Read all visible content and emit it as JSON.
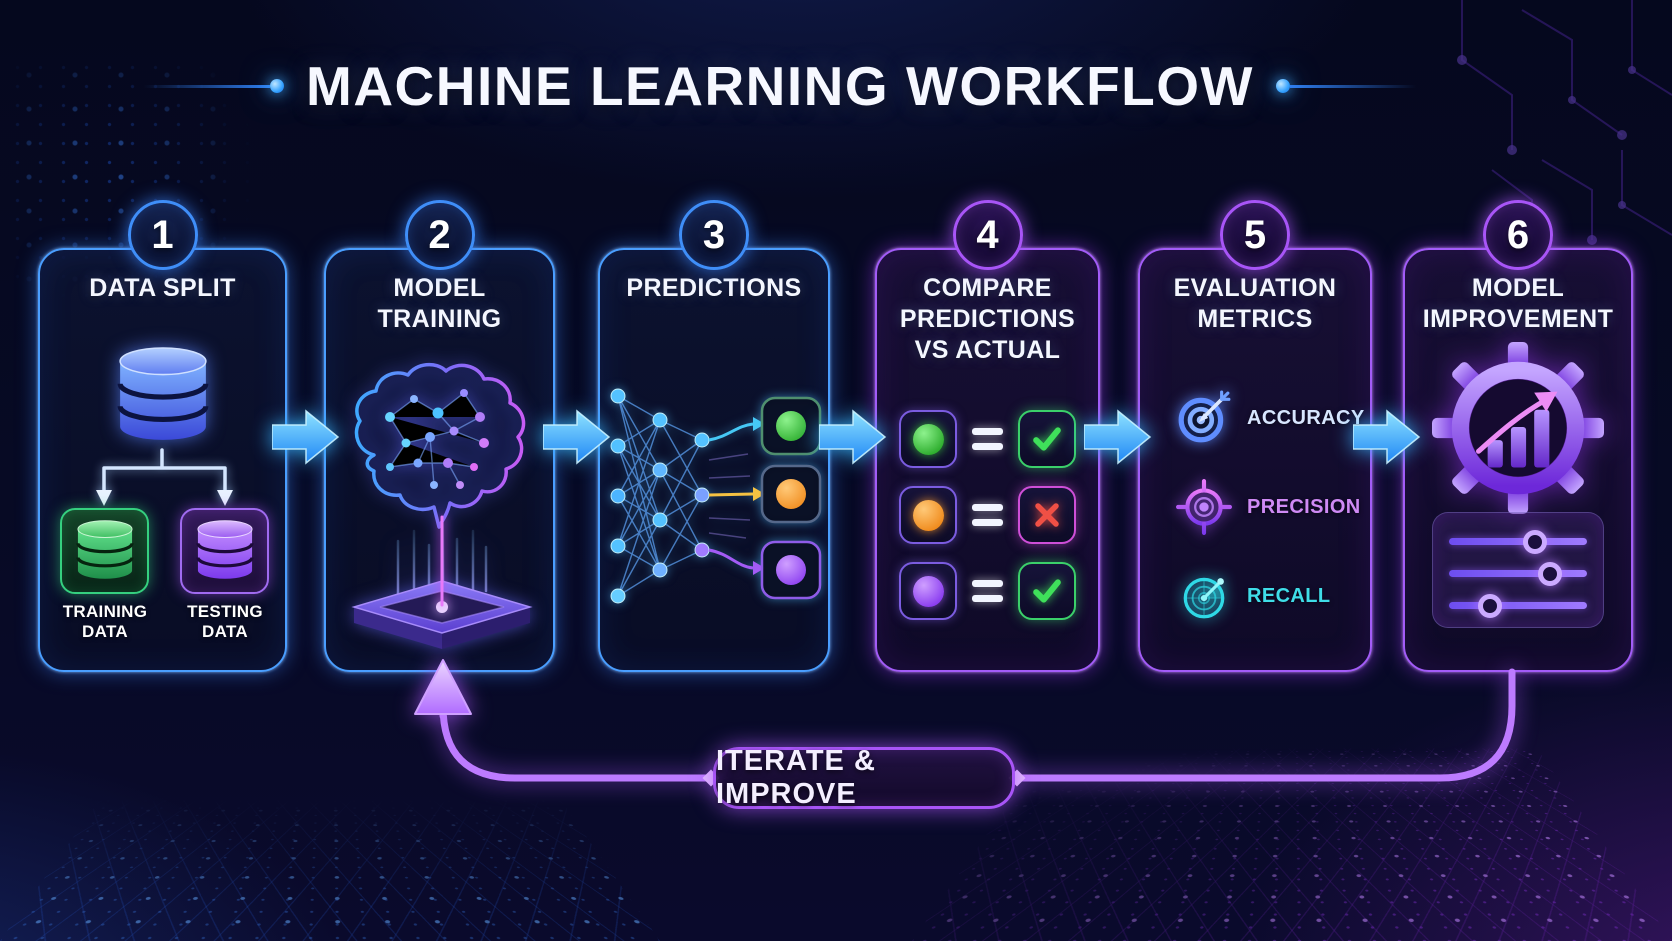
{
  "title": "MACHINE LEARNING WORKFLOW",
  "loop": {
    "label": "ITERATE & IMPROVE"
  },
  "steps": [
    {
      "number": "1",
      "title": "DATA SPLIT",
      "icon": "database-icon",
      "outputs": [
        {
          "label": "TRAINING DATA",
          "icon": "training-database-icon",
          "color": "#35d07f"
        },
        {
          "label": "TESTING DATA",
          "icon": "testing-database-icon",
          "color": "#a06bf0"
        }
      ]
    },
    {
      "number": "2",
      "title": "MODEL TRAINING",
      "icon": "brain-chip-icon"
    },
    {
      "number": "3",
      "title": "PREDICTIONS",
      "icon": "neural-network-icon",
      "prediction_dots": [
        "#3ecf3e",
        "#ff9e2e",
        "#a35bf5"
      ]
    },
    {
      "number": "4",
      "title": "COMPARE PREDICTIONS VS ACTUAL",
      "rows": [
        {
          "prediction_color": "#3ecf3e",
          "result": "match"
        },
        {
          "prediction_color": "#ff9e2e",
          "result": "mismatch"
        },
        {
          "prediction_color": "#a35bf5",
          "result": "match"
        }
      ]
    },
    {
      "number": "5",
      "title": "EVALUATION METRICS",
      "metrics": [
        {
          "label": "ACCURACY",
          "icon": "target-icon",
          "color": "#d8e6ff"
        },
        {
          "label": "PRECISION",
          "icon": "crosshair-icon",
          "color": "#cf8af5"
        },
        {
          "label": "RECALL",
          "icon": "radar-icon",
          "color": "#3fdde8"
        }
      ]
    },
    {
      "number": "6",
      "title": "MODEL IMPROVEMENT",
      "icon": "gear-growth-icon"
    }
  ],
  "colors": {
    "background": "#070a23",
    "panel_border_blue": "#4a9eff",
    "panel_border_purple": "#a35cf8",
    "flow_arrow": "#35b6f8",
    "loop_line": "#bd7bff",
    "title_text": "#ffffff"
  }
}
